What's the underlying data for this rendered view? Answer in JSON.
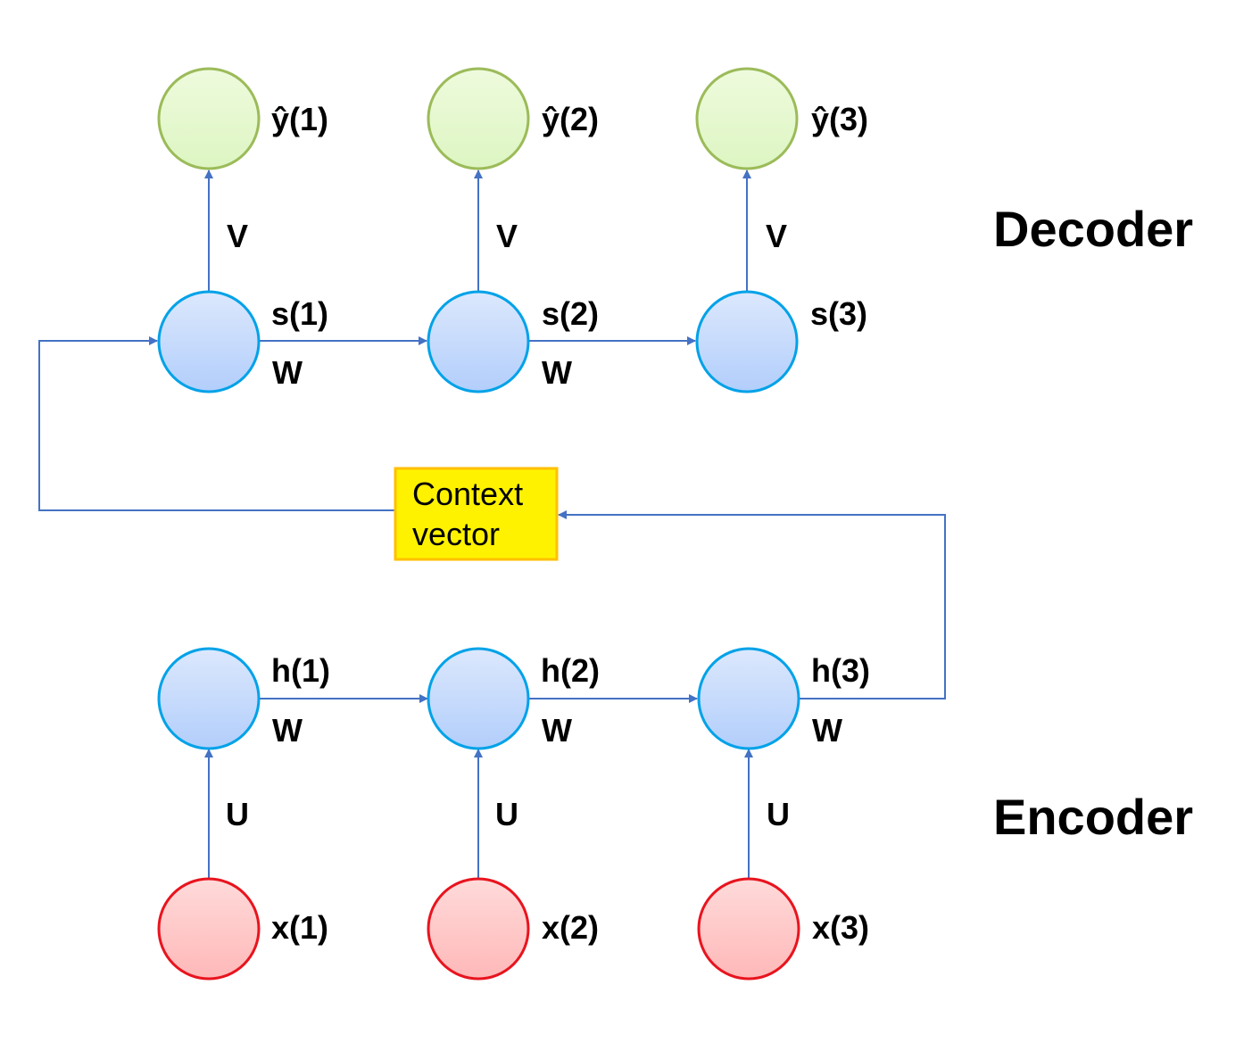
{
  "sections": {
    "decoder_label": "Decoder",
    "encoder_label": "Encoder"
  },
  "context_vector": {
    "line1": "Context",
    "line2": "vector",
    "fill": "#FFF200",
    "border": "#FFC000"
  },
  "colors": {
    "output_fill": "#E6F9CF",
    "output_stroke": "#9BBB59",
    "hidden_fill": "#C6DBFB",
    "hidden_stroke": "#00A2E8",
    "input_fill": "#FFC8C8",
    "input_stroke": "#E8141E",
    "arrow": "#4472C4"
  },
  "decoder": {
    "outputs": [
      "ŷ(1)",
      "ŷ(2)",
      "ŷ(3)"
    ],
    "states": [
      "s(1)",
      "s(2)",
      "s(3)"
    ],
    "output_weight": "V",
    "recurrent_weight": "W"
  },
  "encoder": {
    "states": [
      "h(1)",
      "h(2)",
      "h(3)"
    ],
    "inputs": [
      "x(1)",
      "x(2)",
      "x(3)"
    ],
    "input_weight": "U",
    "recurrent_weight": "W"
  }
}
